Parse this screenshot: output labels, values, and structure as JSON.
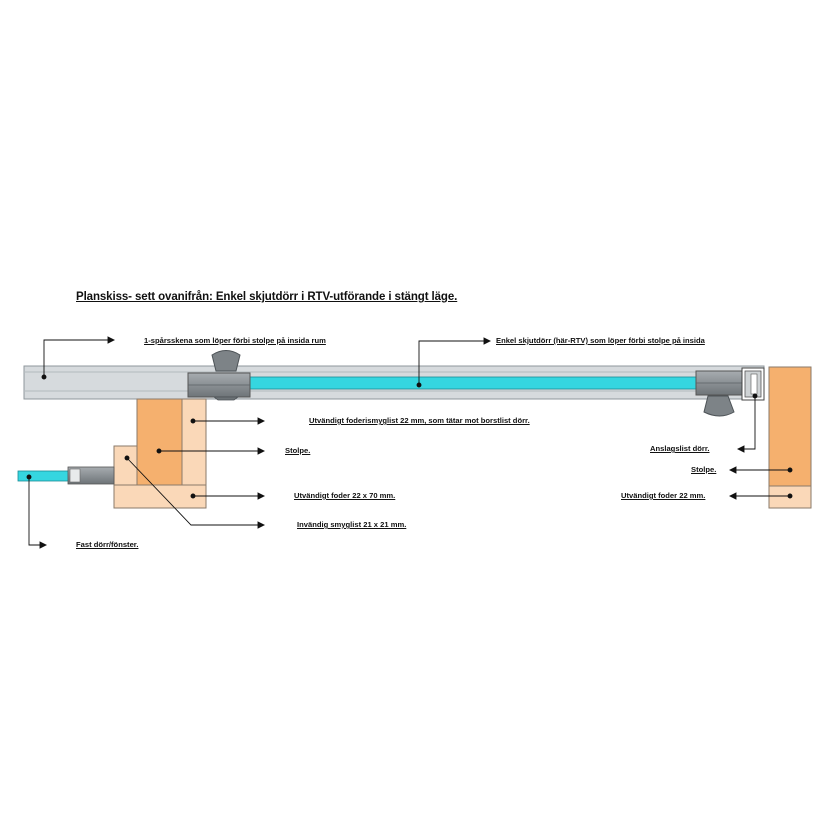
{
  "title": "Planskiss- sett ovanifrån:  Enkel skjutdörr i RTV-utförande i stängt läge.",
  "labels": {
    "track": "1-spårsskena  som löper förbi stolpe på insida rum",
    "sliding_door": "Enkel  skjutdörr (här-RTV) som löper förbi stolpe på insida",
    "seal_strip": "Utvändigt foderismyglist  22 mm, som tätar mot borstlist dörr.",
    "post_left": "Stolpe.",
    "outer_casing_left": "Utvändigt foder 22 x 70 mm.",
    "inner_strip": "Invändig smyglist  21 x 21 mm.",
    "fixed_door": "Fast dörr/fönster.",
    "stop_strip": "Anslagslist  dörr.",
    "post_right": "Stolpe.",
    "outer_casing_right": "Utvändigt foder 22 mm."
  },
  "colors": {
    "track": "#d6dadd",
    "track_edge": "#8f979c",
    "glass": "#35d6e0",
    "post": "#f5b06e",
    "casing": "#fad8b8",
    "hardware": "#8a8f93",
    "outline": "#7a6a5a"
  }
}
